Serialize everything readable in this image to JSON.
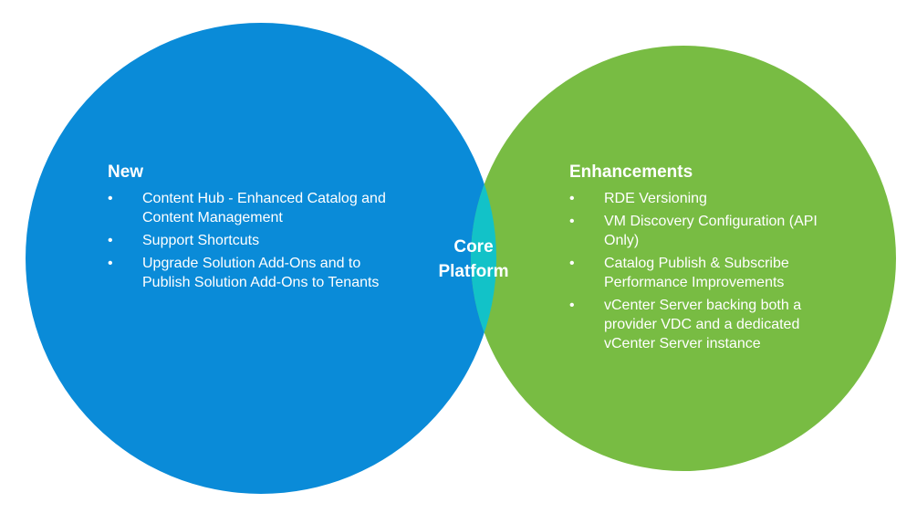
{
  "colors": {
    "left_circle": "#0a8bd8",
    "right_circle": "#78bc43",
    "overlap": "#12c2c8",
    "text": "#ffffff"
  },
  "left": {
    "title": "New",
    "bullet": "•",
    "items": [
      "Content Hub - Enhanced Catalog and Content Management",
      "Support Shortcuts",
      "Upgrade Solution Add-Ons and to Publish Solution Add-Ons to Tenants"
    ]
  },
  "center": {
    "line1": "Core",
    "line2": "Platform"
  },
  "right": {
    "title": "Enhancements",
    "bullet": "•",
    "items": [
      "RDE Versioning",
      "VM Discovery Configuration (API Only)",
      "Catalog Publish & Subscribe Performance Improvements",
      "vCenter Server backing both a provider VDC and a dedicated vCenter Server instance"
    ]
  }
}
